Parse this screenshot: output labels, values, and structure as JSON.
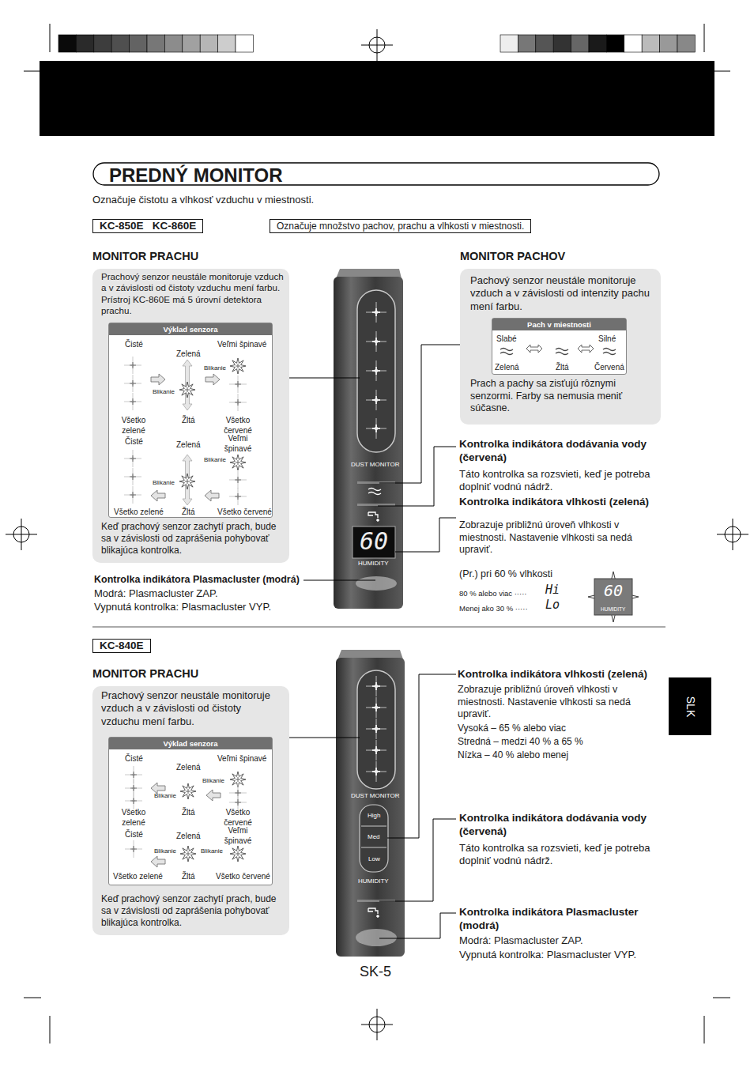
{
  "diagram": {
    "title": "PREDNÝ MONITOR",
    "nodes": [
      {
        "text": [
          "KC-850E   KC-860E"
        ]
      },
      {
        "text": [
          "Označuje množstvo pachov, prachu a vlhkosti v miestnosti."
        ]
      },
      {
        "text": [
          "MONITOR PRACHU",
          "Prachový senzor neustále monitoruje vzduch a v závislosti od čistoty vzduchu mení farbu. Prístroj KC-860E má 5 úrovní detektora prachu.",
          "Keď prachový senzor zachytí prach, bude sa v závislosti od zaprášenia pohybovať blikajúca kontrolka."
        ]
      },
      {
        "text": [
          "Výklad senzora"
        ],
        "in": 2
      },
      {
        "text": [
          "MONITOR PACHOV",
          "Pachový senzor neustále monitoruje vzduch a v závislosti od intenzity pachu mení farbu.",
          "Prach a pachy sa zisťujú rôznymi senzormi. Farby sa nemusia meniť súčasne."
        ]
      },
      {
        "text": [
          "Pach v miestnosti"
        ],
        "in": 4
      },
      {
        "text": [
          "KC-840E"
        ]
      },
      {
        "text": [
          "MONITOR PRACHU",
          "Prachový senzor neustále monitoruje vzduch a v závislosti od čistoty vzduchu mení farbu.",
          "Keď prachový senzor zachytí prach, bude sa v závislosti od zaprášenia pohybovať blikajúca kontrolka."
        ]
      },
      {
        "text": [
          "Výklad senzora"
        ],
        "in": 7
      },
      {
        "text": [
          "SLK"
        ]
      }
    ],
    "labels": [
      "Označuje čistotu a vlhkosť vzduchu v miestnosti.",
      "Čisté",
      "Veľmi špinavé",
      "Zelená",
      "Blikanie",
      "Blikanie",
      "Všetko zelené",
      "Žltá",
      "Všetko červené",
      "Čisté",
      "Zelená",
      "Veľmi špinavé",
      "Blikanie",
      "Blikanie",
      "Všetko zelené",
      "Žltá",
      "Všetko červené",
      "Slabé",
      "Silné",
      "Zelená",
      "Žltá",
      "Červená",
      "DUST MONITOR",
      "60",
      "HUMIDITY",
      "Kontrolka indikátora dodávania vody (červená)",
      "Táto kontrolka sa rozsvieti, keď je potreba doplniť vodnú nádrž.",
      "Kontrolka indikátora vlhkosti (zelená)",
      "Zobrazuje približnú úroveň vlhkosti v miestnosti. Nastavenie vlhkosti sa nedá upraviť.",
      "(Pr.) pri 60 % vlhkosti",
      "80 % alebo viac ·····",
      "Hi",
      "Menej ako 30 % ·····",
      "Lo",
      "60",
      "HUMIDITY",
      "Kontrolka indikátora Plasmacluster (modrá)",
      "Modrá: Plasmacluster ZAP.",
      "Vypnutá kontrolka: Plasmacluster VYP.",
      "Čisté",
      "Veľmi špinavé",
      "Zelená",
      "Blikanie",
      "Blikanie",
      "Všetko zelené",
      "Žltá",
      "Všetko červené",
      "Čisté",
      "Zelená",
      "Veľmi špinavé",
      "Blikanie",
      "Blikanie",
      "Všetko zelené",
      "Žltá",
      "Všetko červené",
      "DUST MONITOR",
      "High",
      "Med",
      "Low",
      "HUMIDITY",
      "Kontrolka indikátora vlhkosti (zelená)",
      "Zobrazuje približnú úroveň vlhkosti v miestnosti. Nastavenie vlhkosti sa nedá upraviť.",
      "Vysoká – 65 % alebo viac",
      "Stredná – medzi 40 % a 65 %",
      "Nízka – 40 % alebo menej",
      "Kontrolka indikátora dodávania vody (červená)",
      "Táto kontrolka sa rozsvieti, keď je potreba doplniť vodnú nádrž.",
      "Kontrolka indikátora Plasmacluster (modrá)",
      "Modrá: Plasmacluster ZAP.",
      "Vypnutá kontrolka: Plasmacluster VYP.",
      "SK-5"
    ]
  }
}
